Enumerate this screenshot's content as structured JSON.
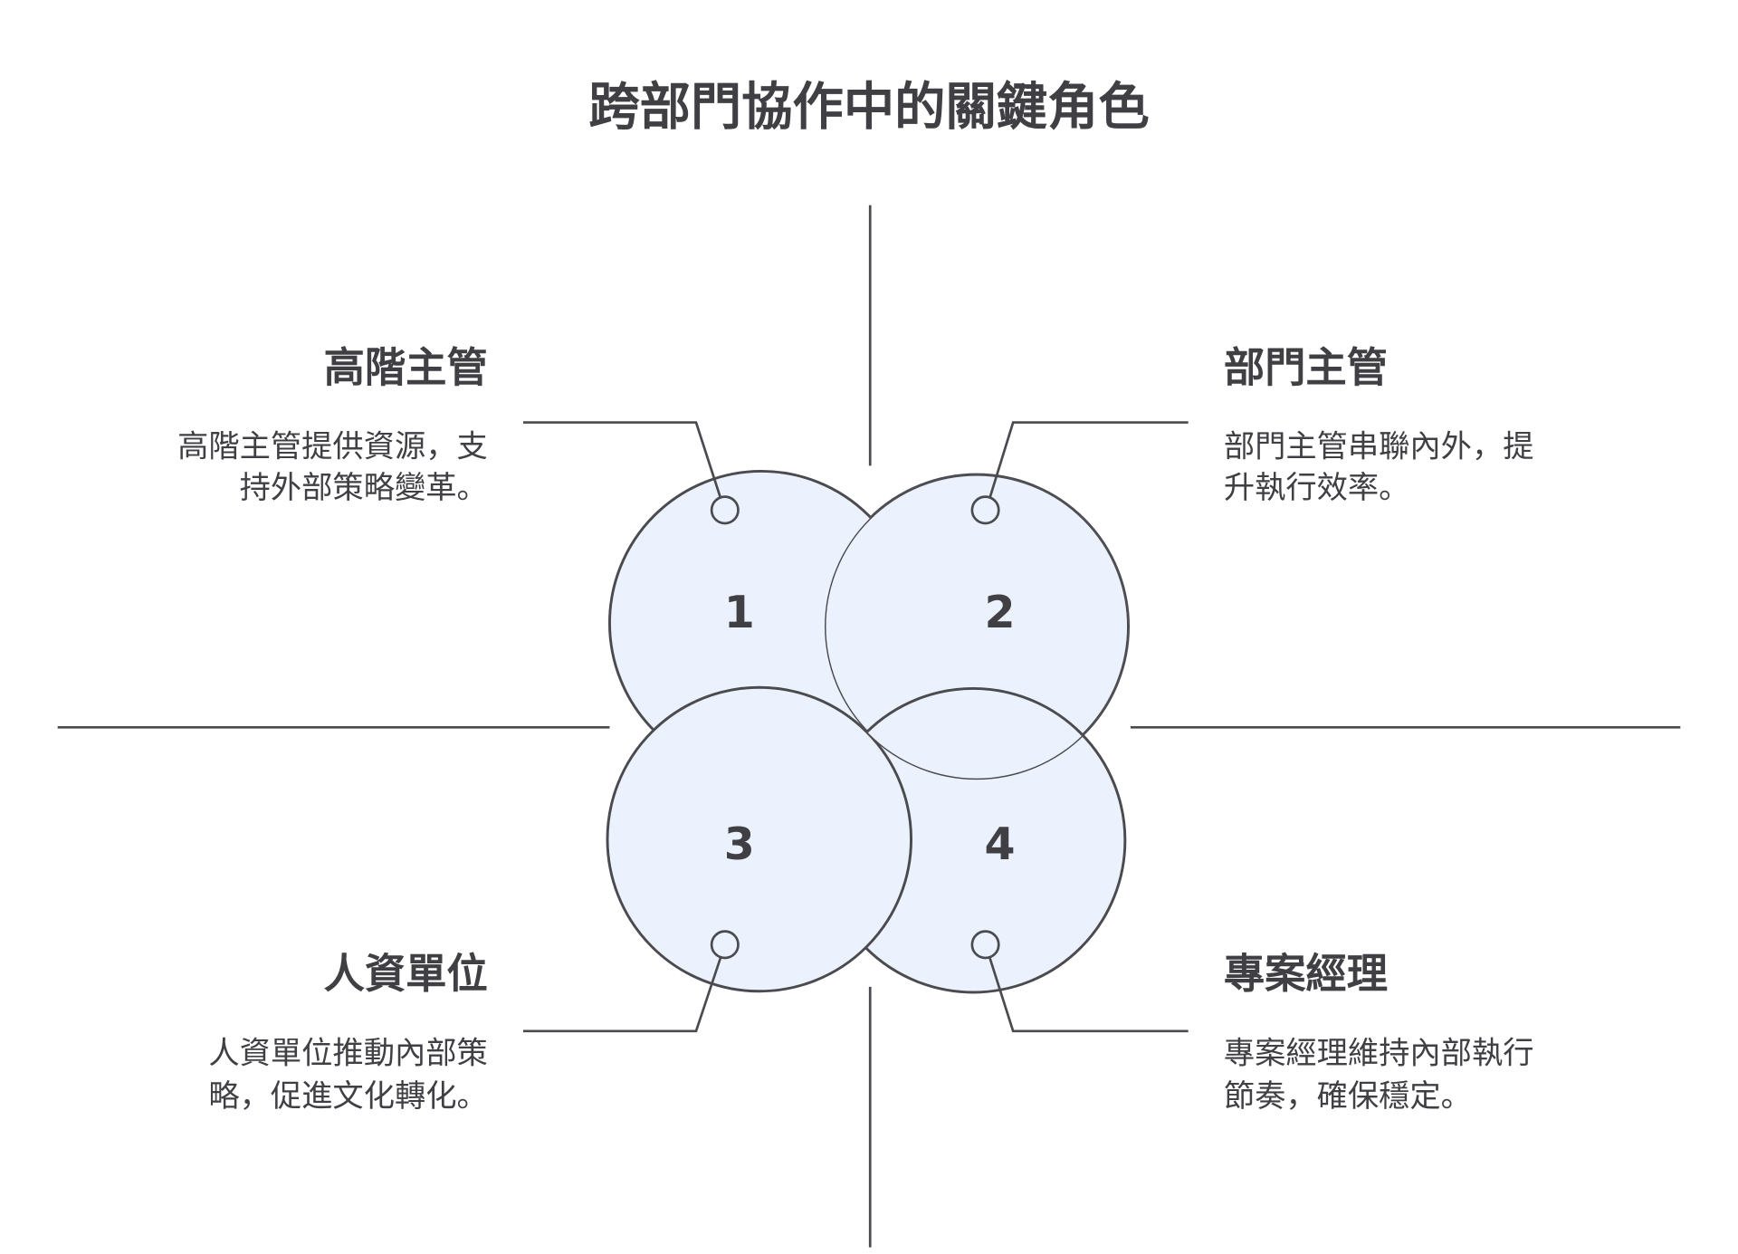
{
  "title": "跨部門協作中的關鍵角色",
  "roles": [
    {
      "number": "1",
      "heading": "高階主管",
      "desc": [
        "高階主管提供資源，支",
        "持外部策略變革。"
      ]
    },
    {
      "number": "2",
      "heading": "部門主管",
      "desc": [
        "部門主管串聯內外，提",
        "升執行效率。"
      ]
    },
    {
      "number": "3",
      "heading": "人資單位",
      "desc": [
        "人資單位推動內部策",
        "略，促進文化轉化。"
      ]
    },
    {
      "number": "4",
      "heading": "專案經理",
      "desc": [
        "專案經理維持內部執行",
        "節奏，確保穩定。"
      ]
    }
  ],
  "colors": {
    "circle_fill": "#ebf2fd",
    "stroke": "#4a4a4f",
    "text": "#3f3f44"
  }
}
